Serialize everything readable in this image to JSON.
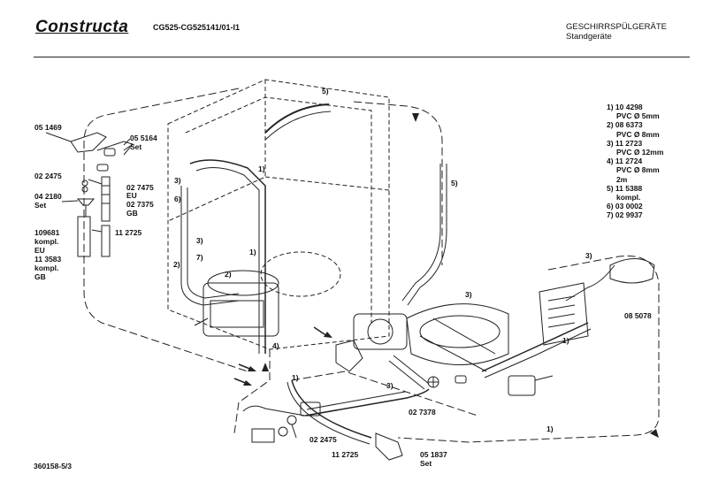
{
  "header": {
    "brand": "Constructa",
    "model": "CG525-CG525141/01-I1",
    "category_line1": "GESCHIRRSPÜLGERÄTE",
    "category_line2": "Standgeräte"
  },
  "footer": {
    "drawing_number": "360158-5/3"
  },
  "part_labels": {
    "p051469": "05 1469",
    "p055164": "05 5164",
    "set1": "Set",
    "p022475a": "02 2475",
    "p027475": "02 7475",
    "eu1": "EU",
    "p027375": "02 7375",
    "gb1": "GB",
    "p042180": "04 2180",
    "set2": "Set",
    "p109681": "109681",
    "kompl1": "kompl.",
    "eu2": "EU",
    "p113583": "11 3583",
    "kompl2": "kompl.",
    "gb2": "GB",
    "p112725a": "11 2725",
    "p085078": "08 5078",
    "p027378": "02 7378",
    "p022475b": "02 2475",
    "p112725b": "11 2725",
    "p051837": "05 1837",
    "set3": "Set"
  },
  "callouts": {
    "c1a": "1)",
    "c1b": "1)",
    "c1c": "1)",
    "c1d": "1)",
    "c1e": "1)",
    "c2a": "2)",
    "c2b": "2)",
    "c3a": "3)",
    "c3b": "3)",
    "c3c": "3)",
    "c3d": "3)",
    "c4": "4)",
    "c5a": "5)",
    "c5b": "5)",
    "c6": "6)",
    "c7": "7)"
  },
  "legend": [
    {
      "line1": "1) 10 4298",
      "line2": "PVC Ø 5mm"
    },
    {
      "line1": "2) 08 6373",
      "line2": "PVC Ø 8mm"
    },
    {
      "line1": "3) 11 2723",
      "line2": "PVC Ø 12mm"
    },
    {
      "line1": "4) 11 2724",
      "line2": "PVC Ø 8mm",
      "line3": "2m"
    },
    {
      "line1": "5) 11 5388",
      "line2": "kompl."
    },
    {
      "line1": "6) 03 0002"
    },
    {
      "line1": "7) 02 9937"
    }
  ]
}
